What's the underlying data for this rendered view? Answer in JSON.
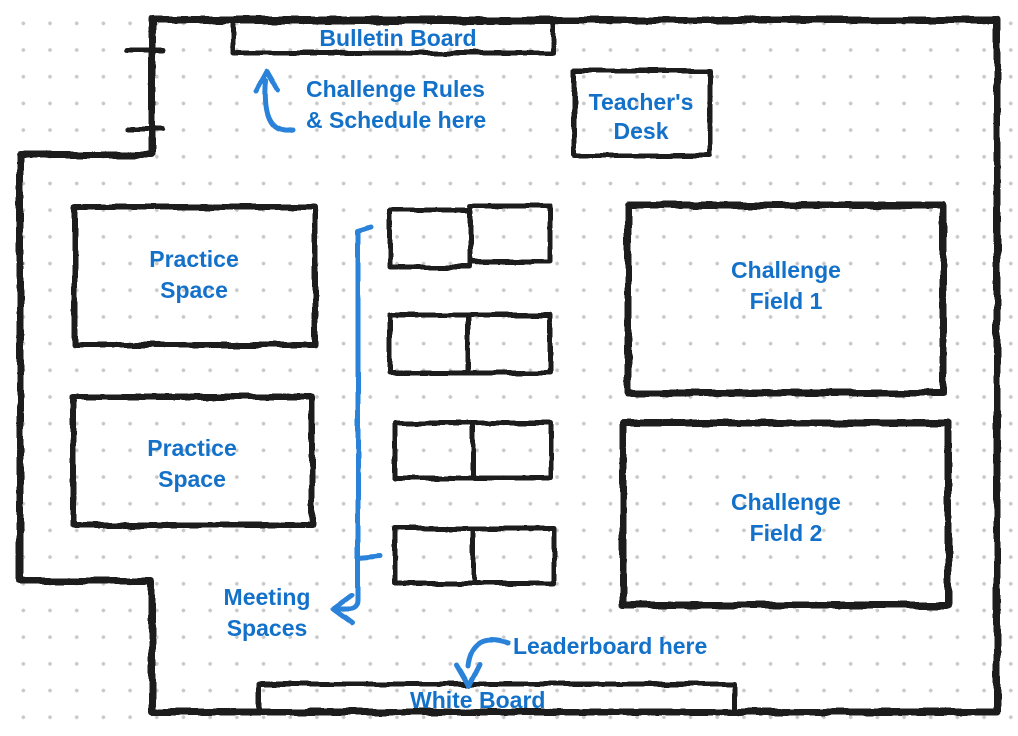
{
  "floorplan": {
    "fixtures": {
      "bulletin_board": {
        "label": "Bulletin Board"
      },
      "teachers_desk": {
        "line1": "Teacher's",
        "line2": "Desk"
      },
      "white_board": {
        "label": "White Board"
      }
    },
    "rooms": {
      "practice_space_1": {
        "line1": "Practice",
        "line2": "Space"
      },
      "practice_space_2": {
        "line1": "Practice",
        "line2": "Space"
      },
      "challenge_field_1": {
        "line1": "Challenge",
        "line2": "Field 1"
      },
      "challenge_field_2": {
        "line1": "Challenge",
        "line2": "Field 2"
      }
    },
    "annotations": {
      "rules": {
        "line1": "Challenge Rules",
        "line2": "& Schedule here"
      },
      "meeting_spaces": {
        "line1": "Meeting",
        "line2": "Spaces"
      },
      "leaderboard": {
        "label": "Leaderboard here"
      }
    },
    "colors": {
      "ink": "#1d1d1d",
      "label_blue": "#1371c9",
      "arrow_blue": "#2b82d9",
      "dot_gray": "#c9c9c9",
      "background": "#ffffff"
    }
  }
}
